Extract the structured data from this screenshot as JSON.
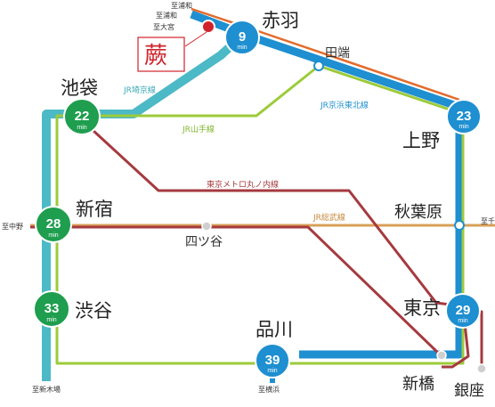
{
  "colors": {
    "keihin_tohoku": "#1e8fd0",
    "saikyo": "#4cb9c6",
    "yamanote": "#9ccb3a",
    "marunouchi": "#a53a3f",
    "sobu": "#d9a058",
    "utsunomiya": "#e36b2c",
    "green_badge": "#1e9e4e",
    "blue_badge": "#1e8fd0",
    "home": "#d0232b"
  },
  "origin": {
    "name": "蕨",
    "directions": [
      "至浦和",
      "至浦和",
      "至大宮"
    ]
  },
  "lines": {
    "saikyo": "JR埼京線",
    "yamanote": "JR山手線",
    "keihin_tohoku": "JR京浜東北線",
    "marunouchi": "東京メトロ丸ノ内線",
    "sobu": "JR総武線"
  },
  "stations": {
    "akabane": {
      "name": "赤羽",
      "minutes": "9",
      "unit": "min"
    },
    "tabata": {
      "name": "田端"
    },
    "ikebukuro": {
      "name": "池袋",
      "minutes": "22",
      "unit": "min"
    },
    "ueno": {
      "name": "上野",
      "minutes": "23",
      "unit": "min"
    },
    "akihabara": {
      "name": "秋葉原"
    },
    "shinjuku": {
      "name": "新宿",
      "minutes": "28",
      "unit": "min"
    },
    "yotsuya": {
      "name": "四ツ谷"
    },
    "tokyo": {
      "name": "東京",
      "minutes": "29",
      "unit": "min"
    },
    "shibuya": {
      "name": "渋谷",
      "minutes": "33",
      "unit": "min"
    },
    "shinagawa": {
      "name": "品川",
      "minutes": "39",
      "unit": "min"
    },
    "shimbashi": {
      "name": "新橋"
    },
    "ginza": {
      "name": "銀座"
    }
  },
  "directions": {
    "nakano": "至中野",
    "right_cut": "至千",
    "shinkiba": "至新木場",
    "yokohama": "至横浜"
  }
}
